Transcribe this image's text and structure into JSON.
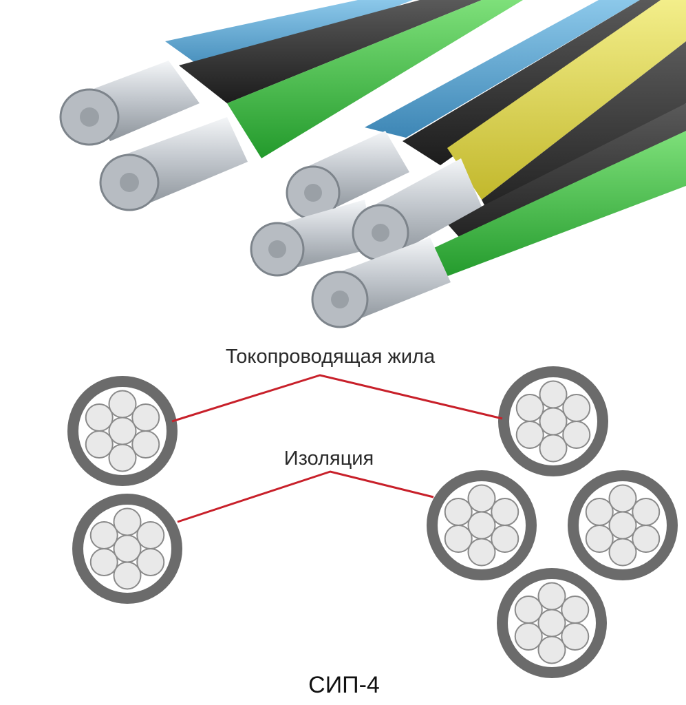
{
  "labels": {
    "conductor": "Токопроводящая жила",
    "insulation": "Изоляция",
    "title": "СИП-4"
  },
  "colors": {
    "leader_line": "#c8202a",
    "insulation_ring": "#6b6b6b",
    "strand_fill": "#e9e9e9",
    "strand_stroke": "#8a8a8a",
    "jacket_blue": "#5fa9d6",
    "jacket_green": "#3fb843",
    "jacket_yellow": "#e5dc4a",
    "jacket_black": "#2c2c2c",
    "aluminium": "#c9cdd2"
  },
  "diagram": {
    "cable_cores": [
      "conductor",
      "conductor",
      "conductor",
      "conductor",
      "conductor",
      "conductor"
    ],
    "cross_sections": [
      "left-top",
      "left-bottom",
      "right-top",
      "right-left",
      "right-right",
      "right-bottom"
    ]
  }
}
